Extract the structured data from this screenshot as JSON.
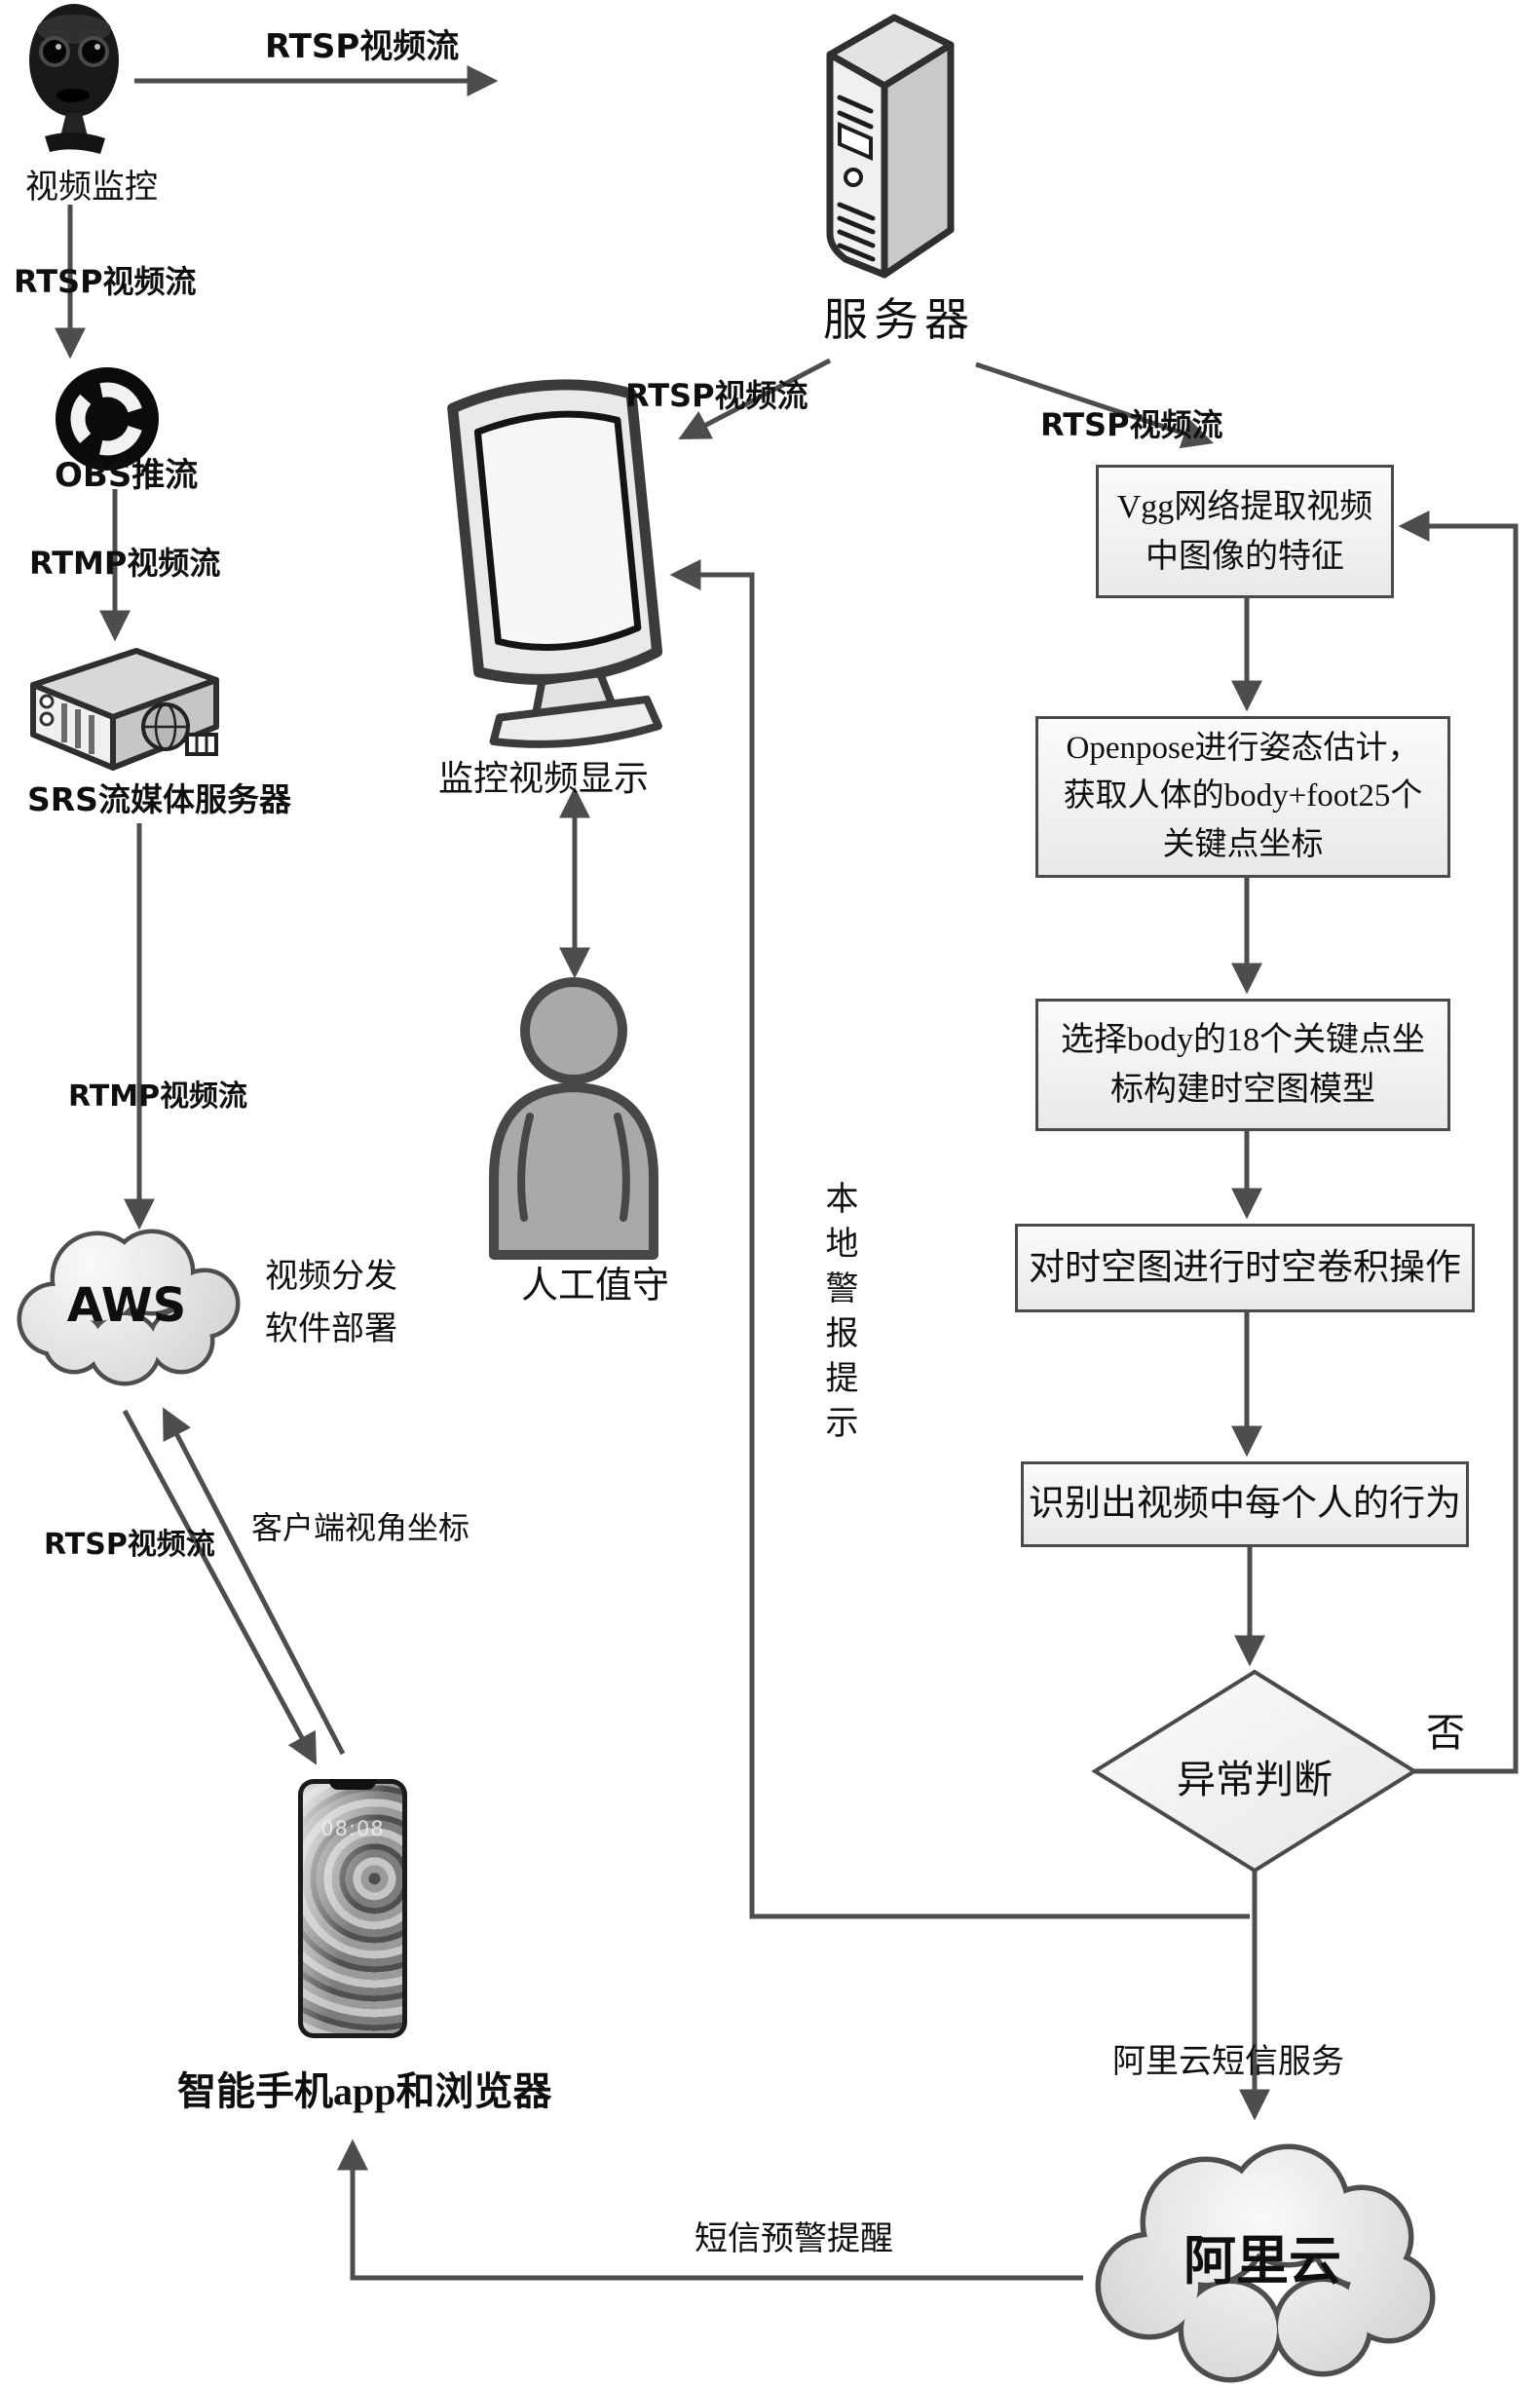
{
  "colors": {
    "line": "#4d4d4d",
    "box_border": "#4a4a4a",
    "box_fill_top": "#fbfbfb",
    "box_fill_bottom": "#e9e9e9",
    "text": "#0f0f0f"
  },
  "nodes": {
    "camera": {
      "label": "视频监控"
    },
    "server": {
      "label": "服务器"
    },
    "obs": {
      "label": "OBS推流"
    },
    "srs": {
      "label": "SRS流媒体服务器"
    },
    "aws": {
      "label": "AWS",
      "note": "视频分发\n软件部署"
    },
    "monitor": {
      "label": "监控视频显示"
    },
    "operator": {
      "label": "人工值守"
    },
    "phone": {
      "label": "智能手机app和浏览器",
      "screen_time": "08:08"
    },
    "alicloud": {
      "label": "阿里云"
    }
  },
  "flow_boxes": [
    {
      "text": "Vgg网络提取视频\n中图像的特征"
    },
    {
      "text": "Openpose进行姿态估计，\n获取人体的body+foot25个\n关键点坐标"
    },
    {
      "text": "选择body的18个关键点坐\n标构建时空图模型"
    },
    {
      "text": "对时空图进行时空卷积操作"
    },
    {
      "text": "识别出视频中每个人的行为"
    }
  ],
  "decision": {
    "text": "异常判断",
    "no_label": "否"
  },
  "edge_labels": {
    "camera_to_server": {
      "latin": "RTSP",
      "cjk": "视频流"
    },
    "camera_to_obs": {
      "latin": "RTSP",
      "cjk": "视频流"
    },
    "obs_to_srs": {
      "latin": "RTMP",
      "cjk": "视频流"
    },
    "srs_to_aws": {
      "latin": "RTMP",
      "cjk": "视频流"
    },
    "server_to_monitor": {
      "latin": "RTSP",
      "cjk": "视频流"
    },
    "server_to_vgg": {
      "latin": "RTSP",
      "cjk": "视频流"
    },
    "aws_to_phone": {
      "latin": "RTSP",
      "cjk": "视频流"
    },
    "phone_to_aws": "客户端视角坐标",
    "local_alarm": "本地警报提示",
    "alicloud_sms": "阿里云短信服务",
    "sms_alert": "短信预警提醒"
  }
}
